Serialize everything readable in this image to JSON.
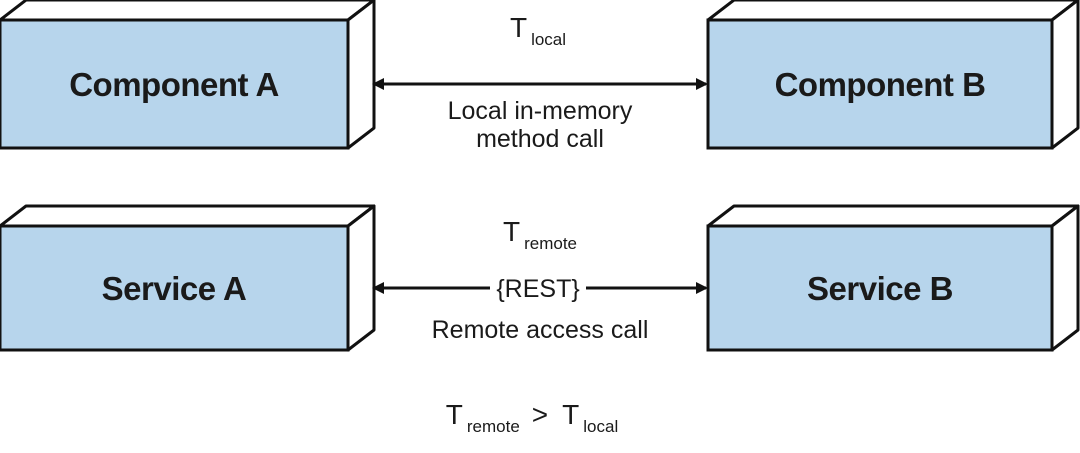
{
  "colors": {
    "box_front": "#b7d5ec",
    "box_top": "#ffffff",
    "box_side": "#ffffff",
    "stroke": "#111111",
    "text": "#1a1a1a"
  },
  "top_row": {
    "left_box": "Component A",
    "right_box": "Component B",
    "time_symbol": "T",
    "time_subscript": "local",
    "caption_line1": "Local in-memory",
    "caption_line2": "method call"
  },
  "bottom_row": {
    "left_box": "Service A",
    "right_box": "Service B",
    "time_symbol": "T",
    "time_subscript": "remote",
    "protocol": "{REST}",
    "caption": "Remote access call"
  },
  "comparison": {
    "left_symbol": "T",
    "left_subscript": "remote",
    "operator": ">",
    "right_symbol": "T",
    "right_subscript": "local"
  }
}
